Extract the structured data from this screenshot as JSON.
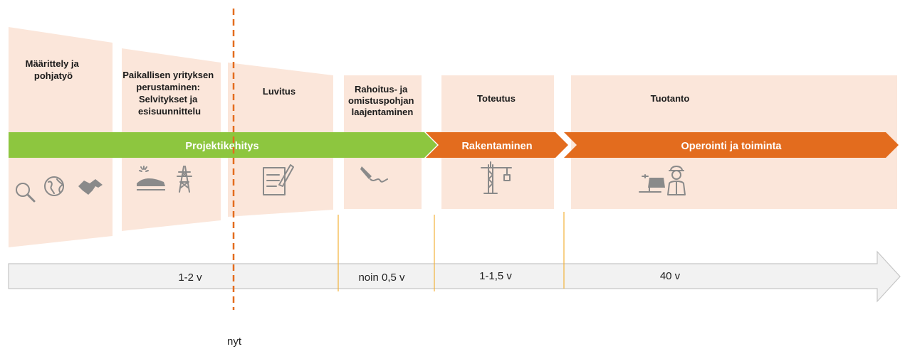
{
  "phases": [
    {
      "title": [
        "Määrittely ja",
        "pohjatyö"
      ]
    },
    {
      "title": [
        "Paikallisen yrityksen",
        "perustaminen:",
        "Selvitykset ja",
        "esisuunnittelu"
      ]
    },
    {
      "title": [
        "Luvitus"
      ]
    },
    {
      "title": [
        "Rahoitus- ja",
        "omistuspohjan",
        "laajentaminen"
      ]
    },
    {
      "title": [
        "Toteutus"
      ]
    },
    {
      "title": [
        "Tuotanto"
      ]
    }
  ],
  "bands": [
    {
      "label": "Projektikehitys",
      "color": "#8dc63f"
    },
    {
      "label": "Rakentaminen",
      "color": "#e36c1e"
    },
    {
      "label": "Operointi ja toiminta",
      "color": "#e36c1e"
    }
  ],
  "durations": [
    "1-2 v",
    "noin 0,5 v",
    "1-1,5 v",
    "40 v"
  ],
  "now_label": "nyt",
  "colors": {
    "phase_fill": "#fbe6da",
    "timeline_fill": "#f2f2f2",
    "timeline_stroke": "#c6c6c6",
    "divider": "#f3b23a",
    "now_line": "#e36c1e",
    "icon": "#8a8a8a"
  },
  "icons": [
    [
      "magnifier-icon",
      "globe-icon",
      "handshake-icon"
    ],
    [
      "landscape-sun-icon",
      "power-pylon-icon"
    ],
    [
      "document-pen-icon"
    ],
    [
      "pen-signature-icon"
    ],
    [
      "construction-crane-icon"
    ],
    [
      "solar-panel-icon",
      "worker-icon"
    ]
  ]
}
